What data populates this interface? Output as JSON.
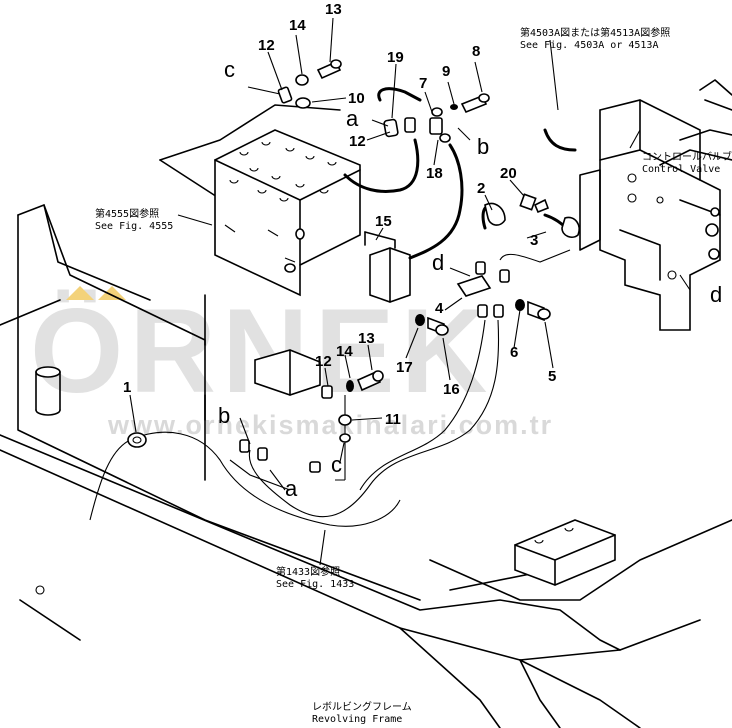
{
  "watermark": {
    "main": "ÖRNEK",
    "url": "www.ornekismakinalari.com.tr",
    "accent_color": "#f3d27a"
  },
  "callouts": {
    "n1": "1",
    "n2": "2",
    "n3": "3",
    "n4": "4",
    "n5": "5",
    "n6": "6",
    "n7": "7",
    "n8": "8",
    "n9": "9",
    "n10": "10",
    "n11": "11",
    "n12a": "12",
    "n12b": "12",
    "n12c": "12",
    "n13a": "13",
    "n13b": "13",
    "n14a": "14",
    "n14b": "14",
    "n15": "15",
    "n16": "16",
    "n17": "17",
    "n18": "18",
    "n19": "19",
    "n20": "20"
  },
  "connection_letters": {
    "a1": "a",
    "a2": "a",
    "b1": "b",
    "b2": "b",
    "c1": "c",
    "c2": "c",
    "d1": "d",
    "d2": "d"
  },
  "references": {
    "fig4503_jp": "第4503A図または第4513A図参照",
    "fig4503_en": "See Fig. 4503A or 4513A",
    "fig4555_jp": "第4555図参照",
    "fig4555_en": "See Fig. 4555",
    "control_valve_jp": "コントロールバルブ",
    "control_valve_en": "Control Valve",
    "fig1433_jp": "第1433図参照",
    "fig1433_en": "See Fig. 1433",
    "frame_jp": "レボルビングフレーム",
    "frame_en": "Revolving Frame"
  }
}
